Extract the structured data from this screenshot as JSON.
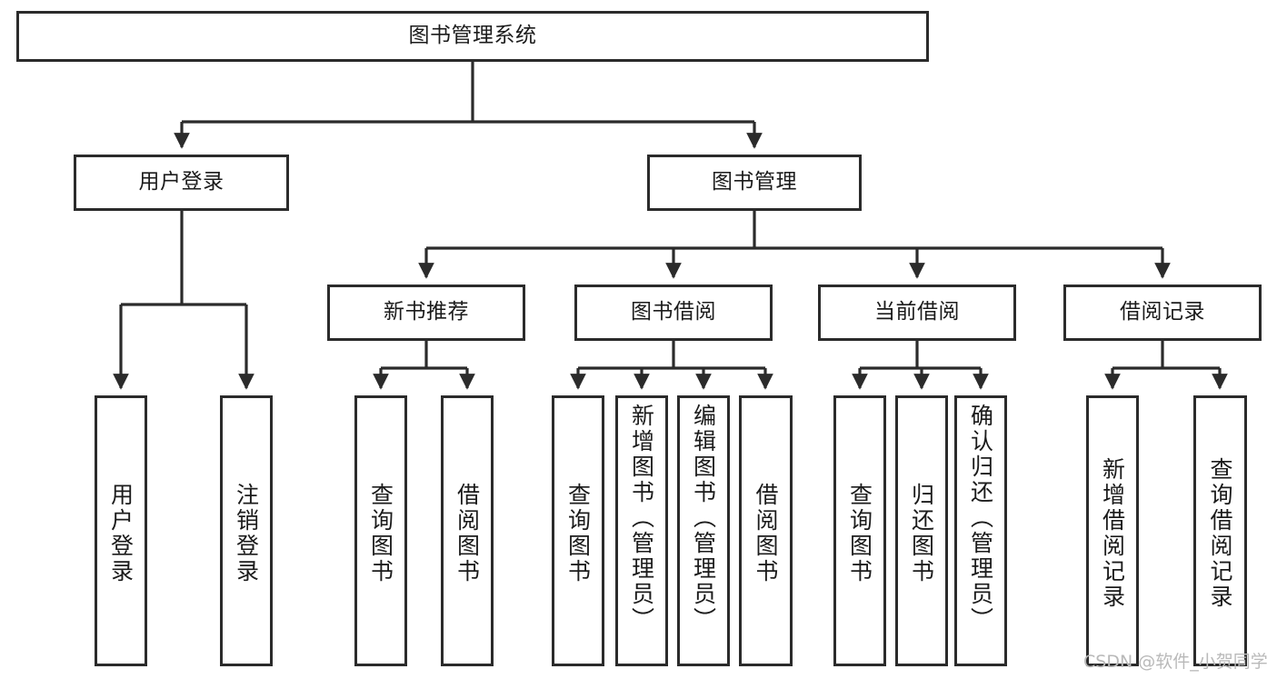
{
  "diagram": {
    "title": "图书管理系统",
    "type": "tree",
    "watermark": "CSDN @软件_小贺同学",
    "colors": {
      "box_border": "#2b2b2b",
      "box_fill": "#ffffff",
      "connector": "#2b2b2b",
      "text": "#1b1b1b",
      "watermark": "#b9b9b9",
      "background": "#ffffff"
    },
    "root": {
      "label": "图书管理系统",
      "orientation": "horizontal"
    },
    "level2": [
      {
        "id": "user-login",
        "label": "用户登录",
        "orientation": "horizontal"
      },
      {
        "id": "book-manage",
        "label": "图书管理",
        "orientation": "horizontal"
      }
    ],
    "level3": [
      {
        "id": "new-book-recommend",
        "label": "新书推荐",
        "orientation": "horizontal",
        "parent": "book-manage"
      },
      {
        "id": "book-borrow",
        "label": "图书借阅",
        "orientation": "horizontal",
        "parent": "book-manage"
      },
      {
        "id": "current-borrow",
        "label": "当前借阅",
        "orientation": "horizontal",
        "parent": "book-manage"
      },
      {
        "id": "borrow-record",
        "label": "借阅记录",
        "orientation": "horizontal",
        "parent": "book-manage"
      }
    ],
    "leaves": [
      {
        "id": "leaf-user-login",
        "label": "用户登录",
        "parent": "user-login",
        "orientation": "vertical"
      },
      {
        "id": "leaf-user-logout",
        "label": "注销登录",
        "parent": "user-login",
        "orientation": "vertical"
      },
      {
        "id": "leaf-query-book-1",
        "label": "查询图书",
        "parent": "new-book-recommend",
        "orientation": "vertical"
      },
      {
        "id": "leaf-borrow-book-1",
        "label": "借阅图书",
        "parent": "new-book-recommend",
        "orientation": "vertical"
      },
      {
        "id": "leaf-query-book-2",
        "label": "查询图书",
        "parent": "book-borrow",
        "orientation": "vertical"
      },
      {
        "id": "leaf-add-book",
        "label": "新增图书（管理员）",
        "parent": "book-borrow",
        "orientation": "vertical"
      },
      {
        "id": "leaf-edit-book",
        "label": "编辑图书（管理员）",
        "parent": "book-borrow",
        "orientation": "vertical"
      },
      {
        "id": "leaf-borrow-book-2",
        "label": "借阅图书",
        "parent": "book-borrow",
        "orientation": "vertical"
      },
      {
        "id": "leaf-query-book-3",
        "label": "查询图书",
        "parent": "current-borrow",
        "orientation": "vertical"
      },
      {
        "id": "leaf-return-book",
        "label": "归还图书",
        "parent": "current-borrow",
        "orientation": "vertical"
      },
      {
        "id": "leaf-confirm-return",
        "label": "确认归还（管理员）",
        "parent": "current-borrow",
        "orientation": "vertical"
      },
      {
        "id": "leaf-add-record",
        "label": "新增借阅记录",
        "parent": "borrow-record",
        "orientation": "vertical"
      },
      {
        "id": "leaf-query-record",
        "label": "查询借阅记录",
        "parent": "borrow-record",
        "orientation": "vertical"
      }
    ]
  }
}
